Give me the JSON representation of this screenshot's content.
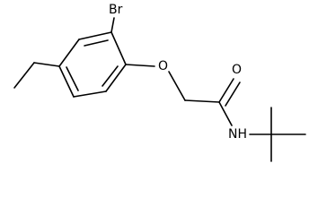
{
  "structure": {
    "atom_labels": {
      "bromine": "Br",
      "ether_oxygen": "O",
      "carbonyl_oxygen": "O",
      "amide_nitrogen": "NH"
    },
    "colors": {
      "bond": "#000000",
      "label": "#000000",
      "background": "#ffffff"
    }
  }
}
